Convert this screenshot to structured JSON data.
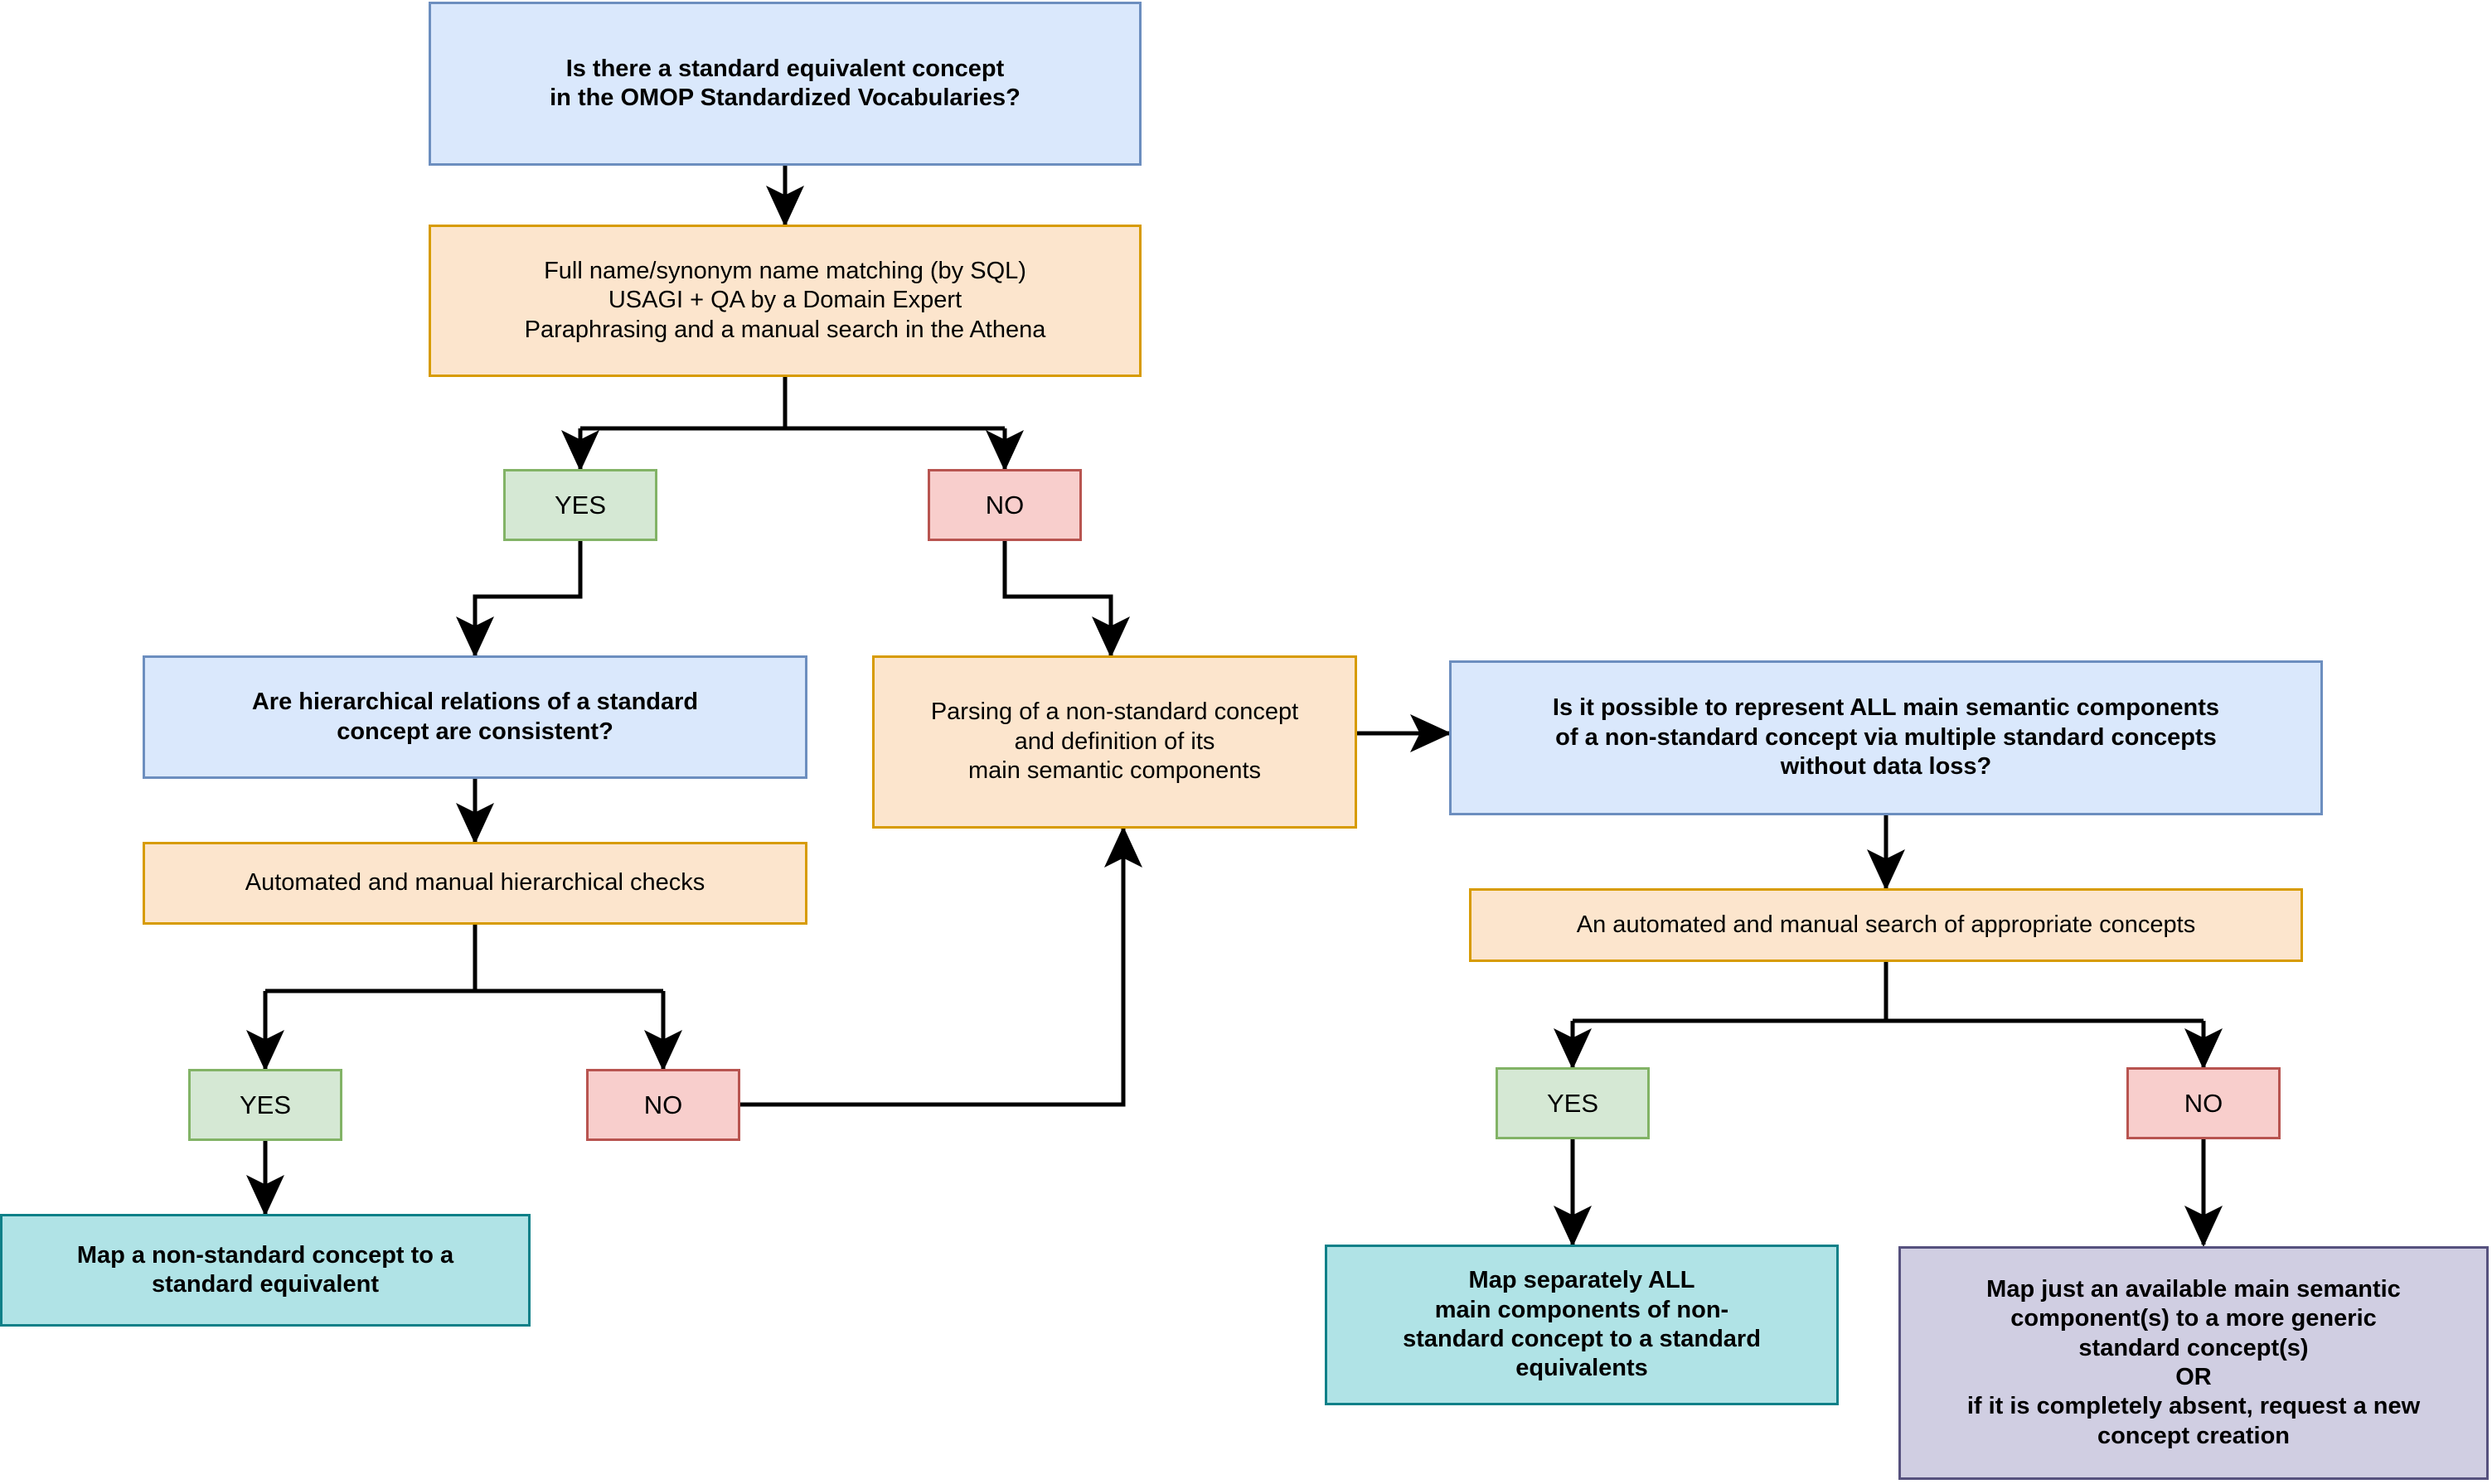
{
  "diagram": {
    "title": "OMOP standard concept mapping decision flowchart",
    "colors": {
      "blue_fill": "#dae8fc",
      "blue_stroke": "#6c8ebf",
      "orange_fill": "#fce5cd",
      "orange_stroke": "#d79b00",
      "green_fill": "#d5e8d4",
      "green_stroke": "#82b366",
      "red_fill": "#f8cecc",
      "red_stroke": "#b85450",
      "teal_fill": "#b0e3e6",
      "teal_stroke": "#0e8088",
      "purple_fill": "#d0cee2",
      "purple_stroke": "#56517e",
      "edge": "#000000",
      "background": "#ffffff"
    },
    "nodes": {
      "q_standard_equivalent": "Is there a standard equivalent concept\nin the OMOP Standardized Vocabularies?",
      "proc_name_matching": "Full name/synonym name matching (by SQL)\nUSAGI + QA by a Domain Expert\nParaphrasing and a manual search in the Athena",
      "yes_1": "YES",
      "no_1": "NO",
      "q_hierarchical": "Are hierarchical relations of a standard\nconcept are consistent?",
      "proc_hierarchical_checks": "Automated and manual hierarchical checks",
      "yes_2": "YES",
      "no_2": "NO",
      "result_map_equivalent": "Map a non-standard concept to a\nstandard equivalent",
      "proc_parsing": "Parsing of a non-standard concept\nand definition of its\nmain semantic components",
      "q_represent_all": "Is it possible to represent ALL main semantic components\nof a non-standard concept via multiple standard concepts\nwithout data loss?",
      "proc_search_concepts": "An automated and manual search of appropriate concepts",
      "yes_3": "YES",
      "no_3": "NO",
      "result_map_separately": "Map separately ALL\nmain components of non-\nstandard concept to a standard\nequivalents",
      "result_map_generic": "Map just an available main semantic\ncomponent(s) to a more generic\nstandard concept(s)\nOR\nif it is completely absent, request a new\nconcept creation"
    }
  }
}
